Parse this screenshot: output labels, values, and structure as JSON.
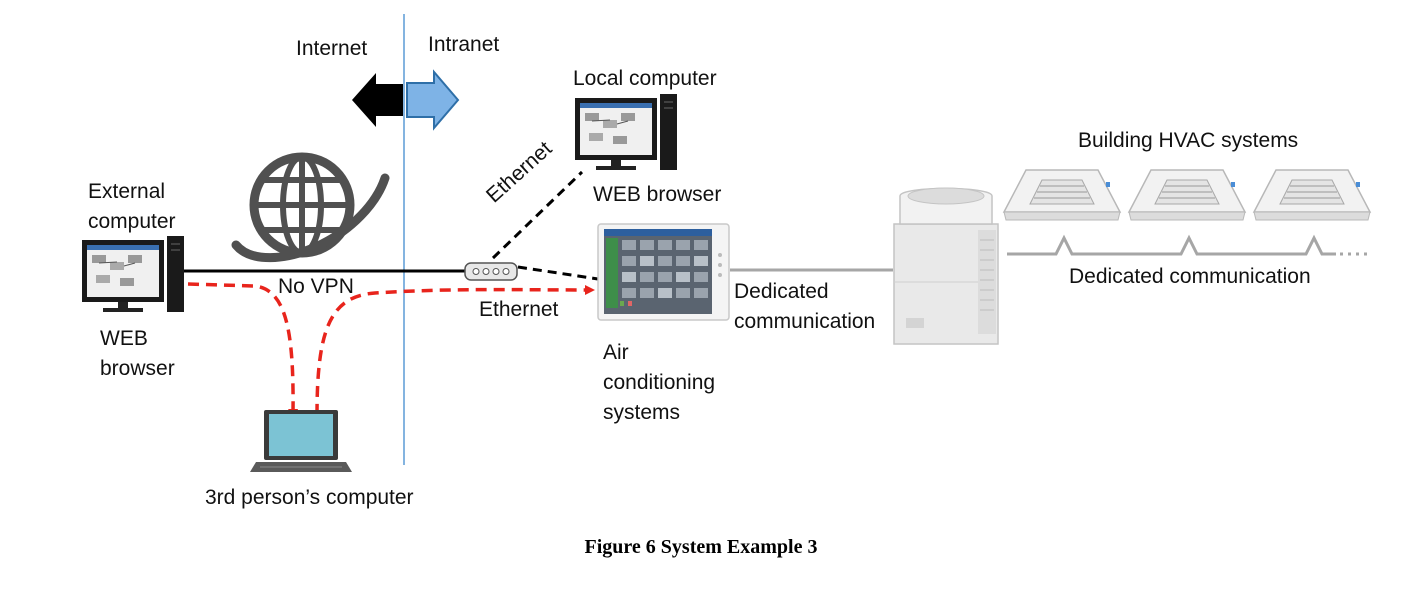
{
  "labels": {
    "internet": "Internet",
    "intranet": "Intranet",
    "local_computer": "Local computer",
    "local_browser": "WEB browser",
    "ethernet_diagonal": "Ethernet",
    "external_computer_1": "External",
    "external_computer_2": "computer",
    "external_browser_1": "WEB",
    "external_browser_2": "browser",
    "no_vpn": "No VPN",
    "ethernet_hub": "Ethernet",
    "dedicated_comm_1": "Dedicated",
    "dedicated_comm_2": "communication",
    "ac_systems_1": "Air",
    "ac_systems_2": "conditioning",
    "ac_systems_3": "systems",
    "building_hvac": "Building HVAC systems",
    "dedicated_comm_right": "Dedicated communication",
    "third_person": "3rd person’s computer"
  },
  "caption": "Figure 6 System Example 3",
  "colors": {
    "boundary_line": "#5b9bd5",
    "intranet_arrow": "#7eb3e6",
    "internet_arrow": "#000000",
    "attack_path": "#e8241c",
    "laptop_screen": "#7cc3d4",
    "dedicated_line": "#a6a6a6"
  }
}
